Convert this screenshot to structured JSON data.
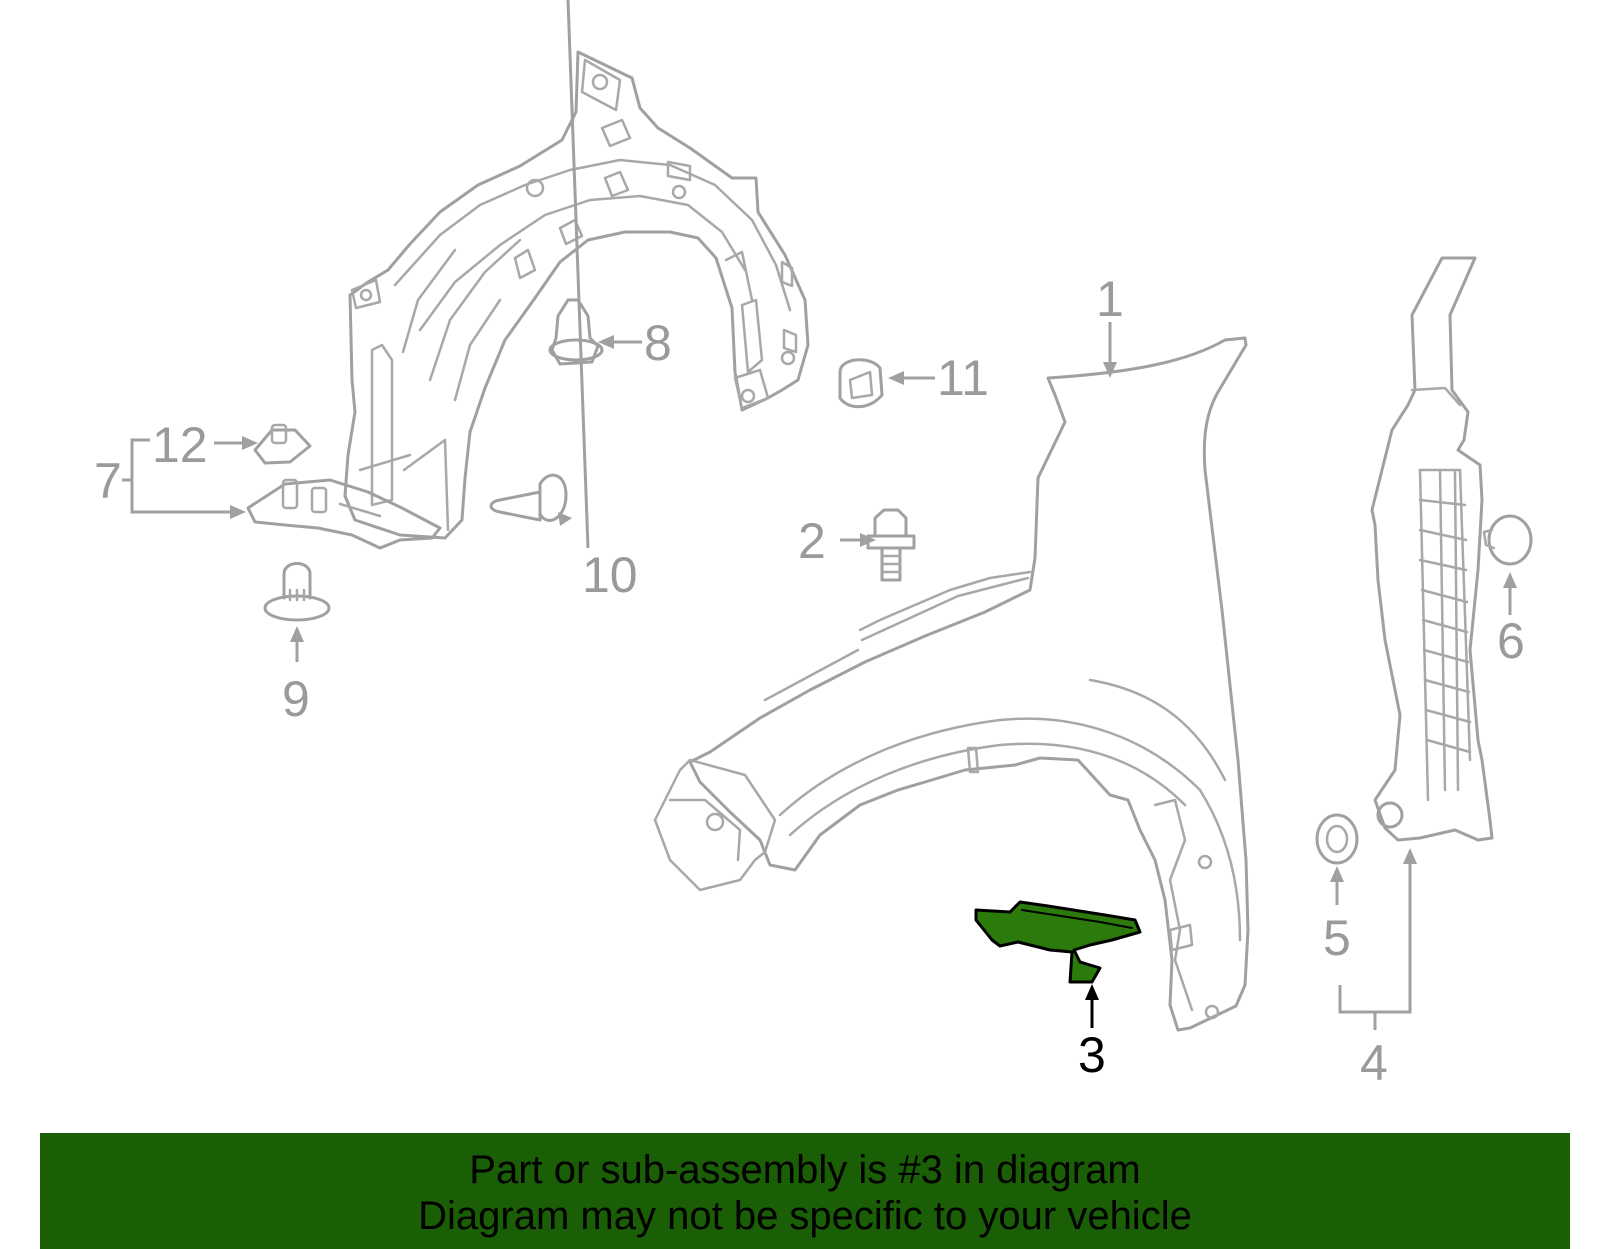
{
  "callouts": {
    "c1": "1",
    "c2": "2",
    "c3": "3",
    "c4": "4",
    "c5": "5",
    "c6": "6",
    "c7": "7",
    "c8": "8",
    "c9": "9",
    "c10": "10",
    "c11": "11",
    "c12": "12"
  },
  "highlight_color": "#2b7a0b",
  "banner": {
    "line1": "Part or sub-assembly is #3 in diagram",
    "line2": "Diagram may not be specific to your vehicle",
    "background": "#1a5e05"
  }
}
